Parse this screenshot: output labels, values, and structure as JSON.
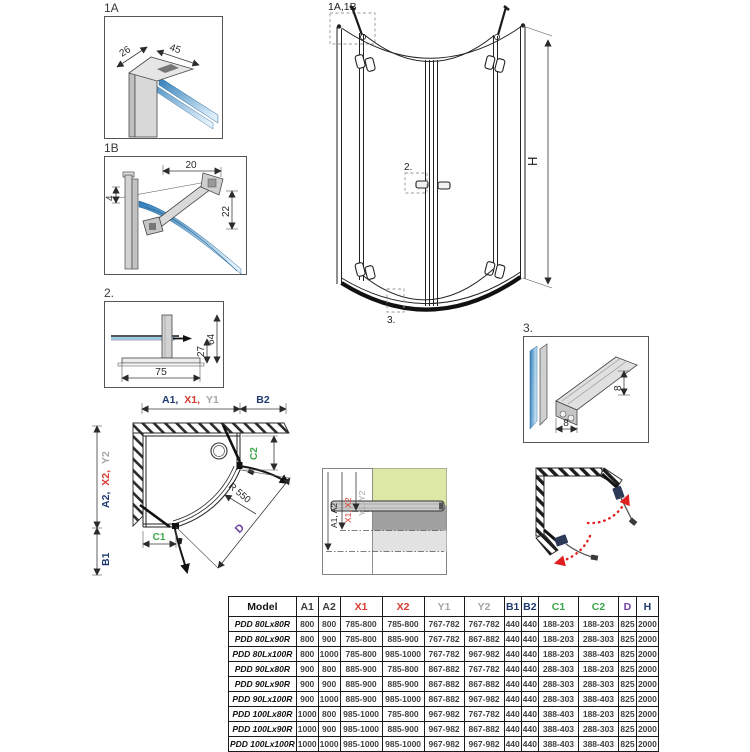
{
  "panels": {
    "detail_1a": {
      "label": "1A",
      "dim_width": "26",
      "dim_depth": "45"
    },
    "detail_1b": {
      "label": "1B",
      "dim_reach": "20",
      "dim_gap": "4",
      "dim_drop": "22"
    },
    "detail_2": {
      "label": "2.",
      "dim_base": "75",
      "dim_offset": "27",
      "dim_height": "64"
    },
    "detail_3": {
      "label": "3.",
      "dim_width": "8",
      "dim_height": "8"
    },
    "elevation": {
      "detail_ref": "1A,1B",
      "handle_ref": "2.",
      "sill_ref": "3.",
      "height_label": "H"
    },
    "plan": {
      "width_a1": "A1,",
      "width_x1": "X1,",
      "width_y1": "Y1",
      "width_b2": "B2",
      "height_a2": "A2,",
      "height_x2": "X2,",
      "height_y2": "Y2",
      "height_b1": "B1",
      "c1": "C1",
      "c2": "C2",
      "radius": "R 550",
      "diagonal": "D"
    },
    "install_section": {
      "total": "A1, A2",
      "adjust": "X1, X2",
      "glass": "Y1, Y2"
    }
  },
  "colors": {
    "navy": "#1e3a6e",
    "red": "#d63a2f",
    "gray": "#a6a6a6",
    "green": "#3aa74a",
    "purple": "#6b3fa0",
    "glass_blue": "#2f7cb8",
    "wall_green": "#dde7a6"
  },
  "table": {
    "columns": [
      {
        "label": "Model",
        "color": "#141414",
        "width": 63
      },
      {
        "label": "A1",
        "color": "#3d3d3d",
        "width": 21
      },
      {
        "label": "A2",
        "color": "#3d3d3d",
        "width": 21
      },
      {
        "label": "X1",
        "color": "#d63a2f",
        "width": 42
      },
      {
        "label": "X2",
        "color": "#d63a2f",
        "width": 42
      },
      {
        "label": "Y1",
        "color": "#a6a6a6",
        "width": 40
      },
      {
        "label": "Y2",
        "color": "#a6a6a6",
        "width": 40
      },
      {
        "label": "B1",
        "color": "#1e3a6e",
        "width": 16
      },
      {
        "label": "B2",
        "color": "#1e3a6e",
        "width": 16
      },
      {
        "label": "C1",
        "color": "#3aa74a",
        "width": 40
      },
      {
        "label": "C2",
        "color": "#3aa74a",
        "width": 40
      },
      {
        "label": "D",
        "color": "#6b3fa0",
        "width": 18
      },
      {
        "label": "H",
        "color": "#1e3a6e",
        "width": 21
      }
    ],
    "rows": [
      {
        "model": "PDD 80Lx80R",
        "values": [
          "800",
          "800",
          "785-800",
          "785-800",
          "767-782",
          "767-782",
          "440",
          "440",
          "188-203",
          "188-203",
          "825",
          "2000"
        ]
      },
      {
        "model": "PDD 80Lx90R",
        "values": [
          "800",
          "900",
          "785-800",
          "885-900",
          "767-782",
          "867-882",
          "440",
          "440",
          "188-203",
          "288-303",
          "825",
          "2000"
        ]
      },
      {
        "model": "PDD 80Lx100R",
        "values": [
          "800",
          "1000",
          "785-800",
          "985-1000",
          "767-782",
          "967-982",
          "440",
          "440",
          "188-203",
          "388-403",
          "825",
          "2000"
        ]
      },
      {
        "model": "PDD 90Lx80R",
        "values": [
          "900",
          "800",
          "885-900",
          "785-800",
          "867-882",
          "767-782",
          "440",
          "440",
          "288-303",
          "188-203",
          "825",
          "2000"
        ]
      },
      {
        "model": "PDD 90Lx90R",
        "values": [
          "900",
          "900",
          "885-900",
          "885-900",
          "867-882",
          "867-882",
          "440",
          "440",
          "288-303",
          "288-303",
          "825",
          "2000"
        ]
      },
      {
        "model": "PDD 90Lx100R",
        "values": [
          "900",
          "1000",
          "885-900",
          "985-1000",
          "867-882",
          "967-982",
          "440",
          "440",
          "288-303",
          "388-403",
          "825",
          "2000"
        ]
      },
      {
        "model": "PDD 100Lx80R",
        "values": [
          "1000",
          "800",
          "985-1000",
          "785-800",
          "967-982",
          "767-782",
          "440",
          "440",
          "388-403",
          "188-203",
          "825",
          "2000"
        ]
      },
      {
        "model": "PDD 100Lx90R",
        "values": [
          "1000",
          "900",
          "985-1000",
          "885-900",
          "967-982",
          "867-882",
          "440",
          "440",
          "388-403",
          "288-303",
          "825",
          "2000"
        ]
      },
      {
        "model": "PDD 100Lx100R",
        "values": [
          "1000",
          "1000",
          "985-1000",
          "985-1000",
          "967-982",
          "967-982",
          "440",
          "440",
          "388-403",
          "388-403",
          "825",
          "2000"
        ]
      }
    ]
  }
}
